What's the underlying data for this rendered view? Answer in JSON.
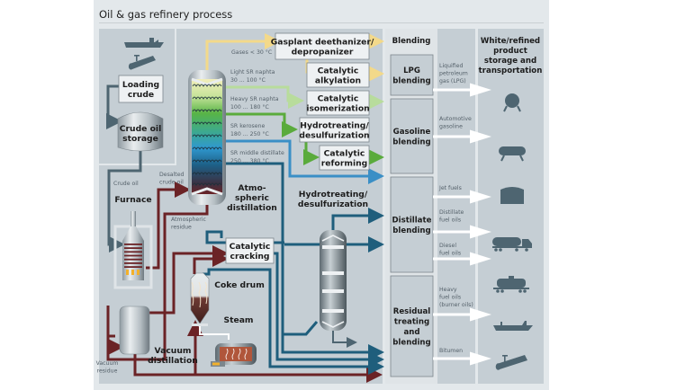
{
  "title": "Oil & gas refinery process",
  "colors": {
    "panel": "#c5ced4",
    "frame": "#e3e8eb",
    "box_fill": "#eef1f3",
    "box_stroke": "#7c868c",
    "gas": "#f3d98a",
    "light_green": "#b8dc9c",
    "green": "#5aab3c",
    "blue": "#3a8fc6",
    "dark_blue": "#1f5e7c",
    "crude": "#4e6571",
    "residue": "#6b2326",
    "product_arrow": "#ffffff",
    "icon": "#4e6571"
  },
  "source": {
    "icons": [
      "tanker-ship-icon",
      "pipeline-icon"
    ],
    "loading_crude": [
      "Loading",
      "crude"
    ],
    "crude_oil_storage": [
      "Crude oil",
      "storage"
    ]
  },
  "labels": {
    "crude_oil": "Crude oil",
    "furnace": "Furnace",
    "desalted_crude_oil": [
      "Desalted",
      "crude oil"
    ],
    "atmospheric_residue": [
      "Atmospheric",
      "residue"
    ],
    "atmospheric_distillation": [
      "Atmo-",
      "spheric",
      "distillation"
    ],
    "vacuum_distillation": [
      "Vacuum",
      "distillation"
    ],
    "vacuum_residue": [
      "Vacuum",
      "residue"
    ],
    "coke_drum": "Coke drum",
    "steam": "Steam",
    "hydrotreating_column": [
      "Hydrotreating/",
      "desulfurization"
    ]
  },
  "fractions": [
    {
      "name": "Gases < 30 °C",
      "range": ""
    },
    {
      "name": "Light SR naphta",
      "range": "30 ... 100 °C"
    },
    {
      "name": "Heavy SR naphta",
      "range": "100 ... 180 °C"
    },
    {
      "name": "SR kerosene",
      "range": "180 ... 250 °C"
    },
    {
      "name": "SR middle distillate",
      "range": "250 ... 380 °C"
    }
  ],
  "process_units": [
    {
      "id": "gasplant",
      "lines": [
        "Gasplant deethanizer/",
        "depropanizer"
      ]
    },
    {
      "id": "alkylation",
      "lines": [
        "Catalytic",
        "alkylation"
      ]
    },
    {
      "id": "isomerization",
      "lines": [
        "Catalytic",
        "isomerization"
      ]
    },
    {
      "id": "hydrotreating",
      "lines": [
        "Hydrotreating/",
        "desulfurization"
      ]
    },
    {
      "id": "reforming",
      "lines": [
        "Catalytic",
        "reforming"
      ]
    },
    {
      "id": "cracking",
      "lines": [
        "Catalytic",
        "cracking"
      ]
    }
  ],
  "blending": {
    "header": "Blending",
    "units": [
      {
        "id": "lpg",
        "lines": [
          "LPG",
          "blending"
        ]
      },
      {
        "id": "gasoline",
        "lines": [
          "Gasoline",
          "blending"
        ]
      },
      {
        "id": "distillate",
        "lines": [
          "Distillate",
          "blending"
        ]
      },
      {
        "id": "residual",
        "lines": [
          "Residual",
          "treating",
          "and",
          "blending"
        ]
      }
    ]
  },
  "products": [
    {
      "lines": [
        "Liquified",
        "petroleum",
        "gas (LPG)"
      ],
      "icon": "sphere-tank-icon"
    },
    {
      "lines": [
        "Automotive",
        "gasoline"
      ],
      "icon": "bullet-tank-icon"
    },
    {
      "lines": [
        "Jet fuels"
      ],
      "icon": "storage-tank-icon"
    },
    {
      "lines": [
        "Distillate",
        "fuel oils"
      ],
      "icon": "tanker-truck-icon"
    },
    {
      "lines": [
        "Diesel",
        "fuel oils"
      ],
      "icon": "rail-tank-car-icon"
    },
    {
      "lines": [
        "Heavy",
        "fuel oils",
        "(burner oils)"
      ],
      "icon": "tanker-ship-icon"
    },
    {
      "lines": [
        "Bitumen"
      ],
      "icon": "pipeline-icon"
    }
  ],
  "storage": {
    "header": [
      "White/refined",
      "product",
      "storage and",
      "transportation"
    ]
  }
}
